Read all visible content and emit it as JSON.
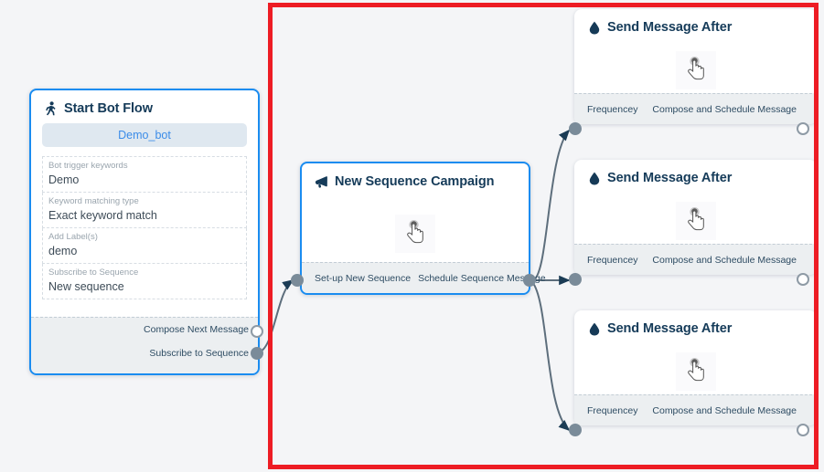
{
  "canvas": {
    "background_color": "#f4f5f7",
    "highlight_color": "#ed1c24",
    "accent_color": "#1a8cf0",
    "port_color": "#7a8b99",
    "edge_color": "#5d6e7c",
    "title_color": "#153b59"
  },
  "nodes": {
    "start_bot_flow": {
      "icon": "running-person-icon",
      "title": "Start Bot Flow",
      "bot_name": "Demo_bot",
      "fields": [
        {
          "label": "Bot trigger keywords",
          "value": "Demo"
        },
        {
          "label": "Keyword matching type",
          "value": "Exact keyword match"
        },
        {
          "label": "Add Label(s)",
          "value": "demo"
        },
        {
          "label": "Subscribe to Sequence",
          "value": "New sequence"
        }
      ],
      "ports": [
        {
          "label": "Compose Next Message",
          "style": "open"
        },
        {
          "label": "Subscribe to Sequence",
          "style": "filled"
        }
      ]
    },
    "new_sequence_campaign": {
      "icon": "megaphone-icon",
      "title": "New Sequence Campaign",
      "body_icon": "pointing-hand-cursor-icon",
      "ports": [
        {
          "label": "Set-up New Sequence",
          "style": "filled"
        },
        {
          "label": "Schedule Sequence Message",
          "style": "filled"
        }
      ]
    },
    "send_message_after": [
      {
        "icon": "droplet-icon",
        "title": "Send Message After",
        "body_icon": "pointing-hand-cursor-icon",
        "ports": [
          {
            "label": "Frequencey",
            "style": "filled"
          },
          {
            "label": "Compose and Schedule Message",
            "style": "open"
          }
        ]
      },
      {
        "icon": "droplet-icon",
        "title": "Send Message After",
        "body_icon": "pointing-hand-cursor-icon",
        "ports": [
          {
            "label": "Frequencey",
            "style": "filled"
          },
          {
            "label": "Compose and Schedule Message",
            "style": "open"
          }
        ]
      },
      {
        "icon": "droplet-icon",
        "title": "Send Message After",
        "body_icon": "pointing-hand-cursor-icon",
        "ports": [
          {
            "label": "Frequencey",
            "style": "filled"
          },
          {
            "label": "Compose and Schedule Message",
            "style": "open"
          }
        ]
      }
    ]
  }
}
